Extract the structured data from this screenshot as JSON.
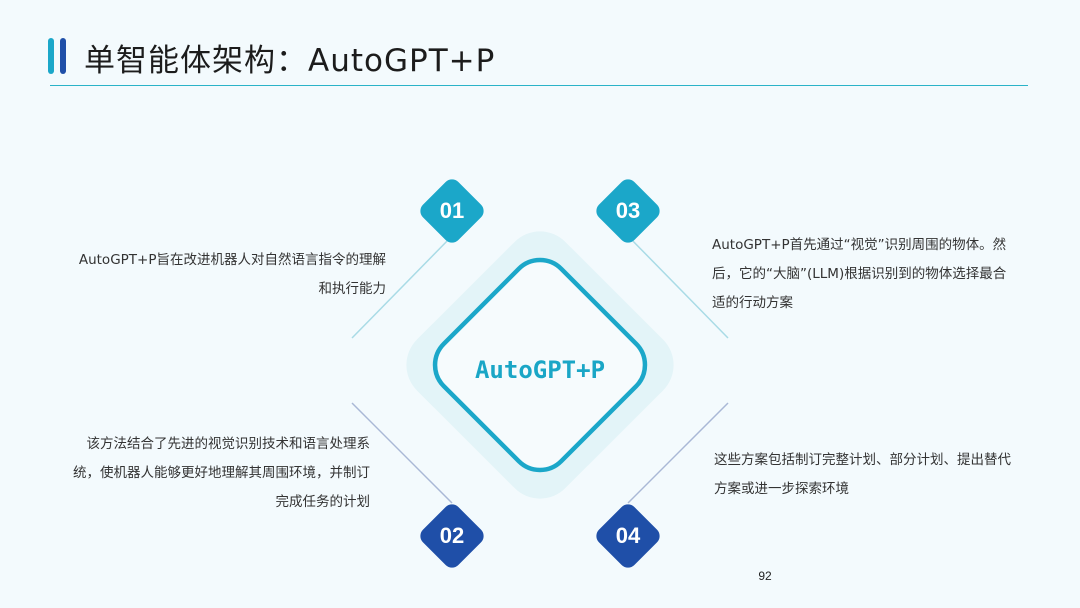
{
  "header": {
    "title": "单智能体架构：AutoGPT+P"
  },
  "diagram": {
    "center_label": "AutoGPT+P",
    "items": [
      {
        "number": "01",
        "text": "AutoGPT+P旨在改进机器人对自然语言指令的理解和执行能力"
      },
      {
        "number": "02",
        "text": "该方法结合了先进的视觉识别技术和语言处理系统，使机器人能够更好地理解其周围环境，并制订完成任务的计划"
      },
      {
        "number": "03",
        "text": "AutoGPT+P首先通过“视觉”识别周围的物体。然后，它的“大脑”(LLM)根据识别到的物体选择最合适的行动方案"
      },
      {
        "number": "04",
        "text": "这些方案包括制订完整计划、部分计划、提出替代方案或进一步探索环境"
      }
    ],
    "colors": {
      "teal": "#1ba7c9",
      "navy": "#1f4fa8",
      "halo": "#e3f4f8"
    }
  },
  "footer": {
    "page_number": "92"
  }
}
